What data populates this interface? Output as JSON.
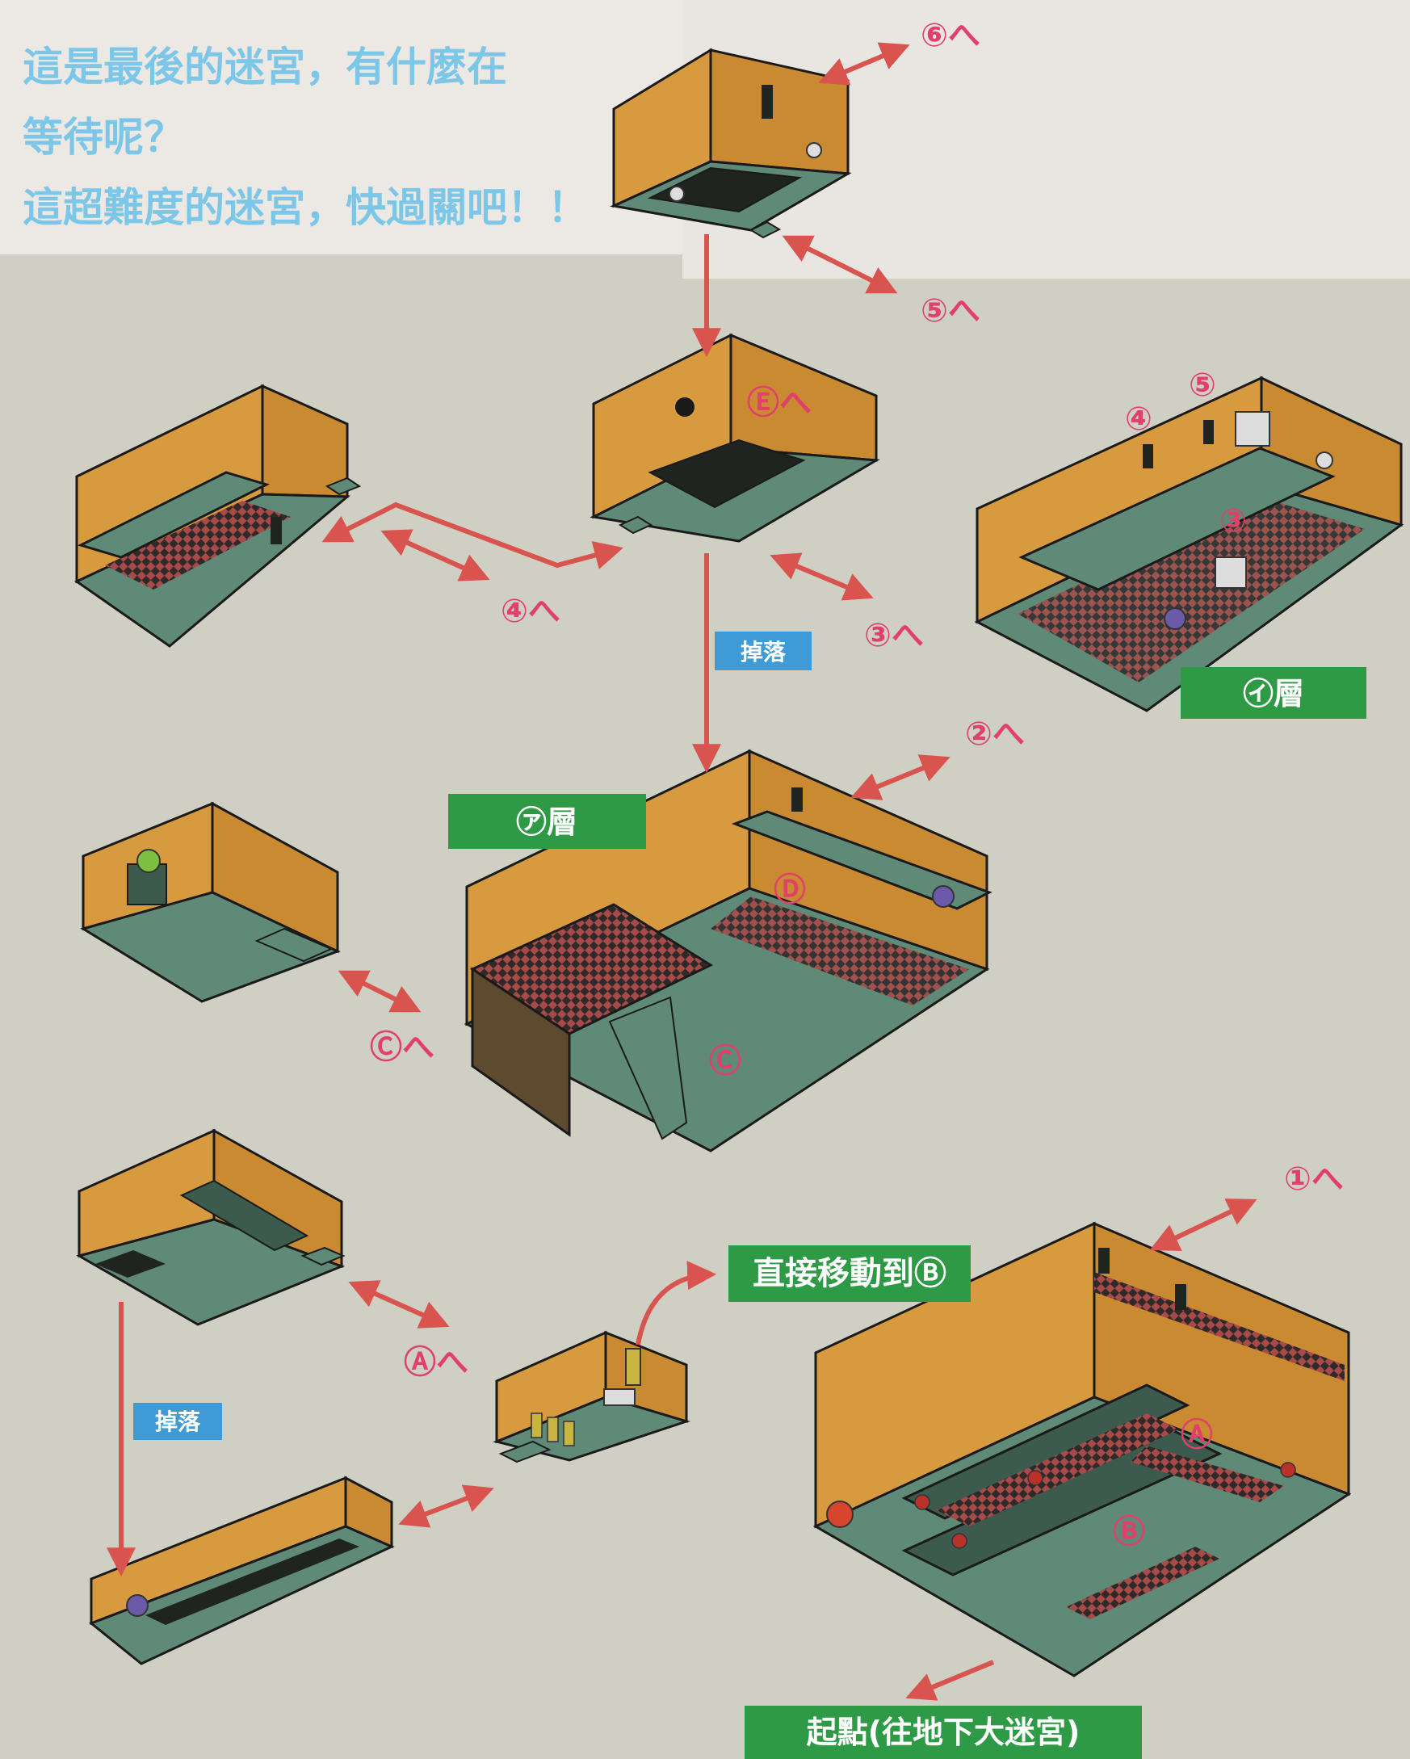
{
  "intro_text": {
    "line1": "這是最後的迷宮，有什麼在",
    "line2": "等待呢？",
    "line3": "這超難度的迷宮，快過關吧！！"
  },
  "labels": {
    "floor_a": "㋐層",
    "floor_i": "㋑層",
    "fall_1": "掉落",
    "fall_2": "掉落",
    "direct_move": "直接移動到Ⓑ",
    "start": "起點(往地下大迷宮)"
  },
  "pointers": {
    "to_6": "⑥へ",
    "to_5": "⑤へ",
    "to_E": "Ⓔへ",
    "to_4": "④へ",
    "to_3": "③へ",
    "to_2": "②へ",
    "to_C": "Ⓒへ",
    "to_1": "①へ",
    "to_A": "Ⓐへ"
  },
  "markers": {
    "m3": "③",
    "m4": "④",
    "m5": "⑤",
    "mA": "Ⓐ",
    "mB": "Ⓑ",
    "mC": "Ⓒ",
    "mD": "Ⓓ"
  },
  "colors": {
    "background": "#cfcfc4",
    "wall": "#d79a3e",
    "floor": "#5f8a78",
    "pit": "#1f2420",
    "tile": "#a84a4a",
    "arrow": "#d9534f",
    "label_green": "#2f9a45",
    "label_blue": "#3f9ad6",
    "intro_text": "#7cc6e8",
    "marker_pink": "#e8708a",
    "orb_purple": "#6a5aa8",
    "orb_green": "#7fbf3f",
    "orb_red": "#d8452f"
  }
}
